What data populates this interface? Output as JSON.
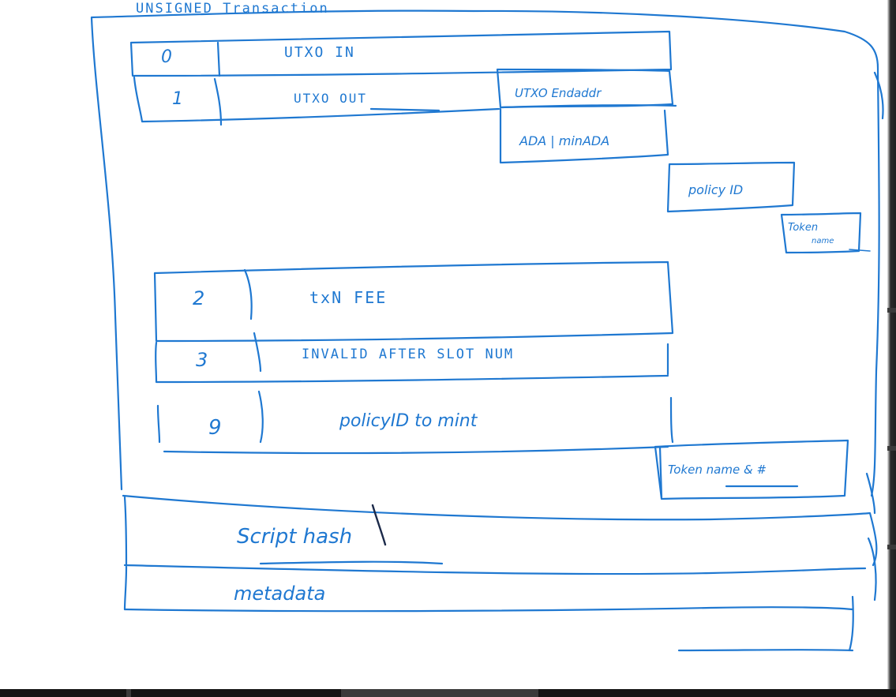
{
  "title": "UNSIGNED Transaction",
  "rows": [
    {
      "index": "0",
      "label": "UTXO IN"
    },
    {
      "index": "1",
      "label": "UTXO OUT"
    },
    {
      "index": "2",
      "label": "txN FEE"
    },
    {
      "index": "3",
      "label": "INVALID AFTER SLOT NUM"
    },
    {
      "index": "9",
      "label": "policyID to mint"
    }
  ],
  "utxo_out_details": {
    "address": "UTXO Endaddr",
    "ada": "ADA | minADA",
    "policy_id": "policy ID",
    "token_name_line1": "Token",
    "token_name_line2": "name"
  },
  "mint_details": {
    "token_name_qty": "Token name & #"
  },
  "sections": {
    "script_hash": "Script hash",
    "metadata": "metadata"
  },
  "colors": {
    "ink": "#1f78d1",
    "dark_ink": "#1c2a4a",
    "background": "#ffffff"
  }
}
